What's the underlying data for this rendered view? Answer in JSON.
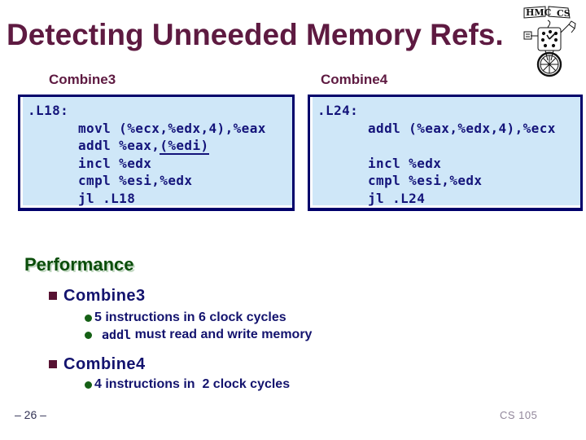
{
  "slide": {
    "title": "Detecting Unneeded Memory Refs.",
    "page_number": "– 26 –",
    "course": "CS 105"
  },
  "logo": {
    "name": "hmc-cs-unicycle-logo",
    "text_hmc": "HMC",
    "text_cs": "CS"
  },
  "code_panels": [
    {
      "header": "Combine3",
      "lines": [
        {
          "text": ".L18:"
        },
        {
          "text": "movl (%ecx,%edx,4),%eax"
        },
        {
          "pre": "addl %eax,",
          "underline": "(%edi)"
        },
        {
          "text": "incl %edx"
        },
        {
          "text": "cmpl %esi,%edx"
        },
        {
          "text": "jl .L18"
        }
      ]
    },
    {
      "header": "Combine4",
      "lines": [
        {
          "text": ".L24:"
        },
        {
          "text": "addl (%eax,%edx,4),%ecx"
        },
        {
          "text": ""
        },
        {
          "text": "incl %edx"
        },
        {
          "text": "cmpl %esi,%edx"
        },
        {
          "text": "jl .L24"
        }
      ]
    }
  ],
  "performance": {
    "heading": "Performance",
    "items": [
      {
        "label": "Combine3",
        "subitems": [
          {
            "mono": "",
            "text": "5 instructions in 6 clock cycles"
          },
          {
            "mono": " addl",
            "text": " must read and write memory"
          }
        ]
      },
      {
        "label": "Combine4",
        "subitems": [
          {
            "mono": "",
            "text": "4 instructions in  2 clock cycles"
          }
        ]
      }
    ]
  },
  "colors": {
    "title_maroon": "#5e1a41",
    "body_navy": "#13136e",
    "code_navy": "#14147a",
    "code_box_background": "#cfe7f8",
    "code_box_border": "#00006b",
    "performance_green": "#0a4d0a",
    "sub_bullet_green": "#156015",
    "square_bullet_maroon": "#571232",
    "course_label_gray": "#92879b"
  }
}
